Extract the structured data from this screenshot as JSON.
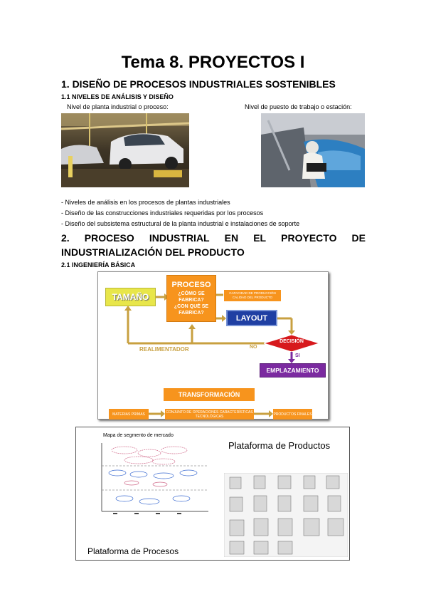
{
  "doc": {
    "title": "Tema 8. PROYECTOS I",
    "section1": {
      "heading": "1. DISEÑO DE PROCESOS INDUSTRIALES SOSTENIBLES",
      "sub": "1.1 NIVELES DE ANÁLISIS Y DISEÑO",
      "caption_left": "Nivel de planta industrial o proceso:",
      "caption_right": "Nivel de puesto de trabajo o estación:",
      "bullets": [
        "- Niveles de análisis en los procesos de plantas industriales",
        "- Diseño de las construcciones industriales requeridas por los procesos",
        "- Diseño del subsistema estructural de la planta industrial e instalaciones de soporte"
      ]
    },
    "section2": {
      "heading_words": [
        "2.",
        "PROCESO",
        "INDUSTRIAL",
        "EN",
        "EL",
        "PROYECTO",
        "DE"
      ],
      "heading_line2": "INDUSTRIALIZACIÓN DEL PRODUCTO",
      "sub": "2.1 INGENIERÍA BÁSICA"
    }
  },
  "diagram": {
    "tamano": "TAMAÑO",
    "proceso_title": "PROCESO",
    "proceso_q1": "¿CÓMO SE FABRICA?",
    "proceso_q2": "¿CON QUÉ SE FABRICA?",
    "capacidad": "CAPACIDAD DE PRODUCCIÓN CALIDAD DEL PRODUCTO",
    "layout": "LAYOUT",
    "decision": "DECISIÓN",
    "no": "NO",
    "si": "SI",
    "realimentador": "REALIMENTADOR",
    "emplazamiento": "EMPLAZAMIENTO",
    "transformacion": "TRANSFORMACIÓN",
    "materias": "MATERIAS PRIMAS",
    "conjunto": "CONJUNTO DE OPERACIONES CARACTERÍSTICAS TECNOLÓGICAS",
    "productos": "PRODUCTOS FINALES",
    "colors": {
      "orange": "#f7941d",
      "yellow": "#e8e64a",
      "blue": "#1f3fa3",
      "purple": "#7b2aa0",
      "red": "#d7191c",
      "arrow": "#c8a040"
    }
  },
  "platform": {
    "mapa_title": "Mapa de segmento de mercado",
    "productos_title": "Plataforma de Productos",
    "procesos_title": "Plataforma de Procesos"
  }
}
